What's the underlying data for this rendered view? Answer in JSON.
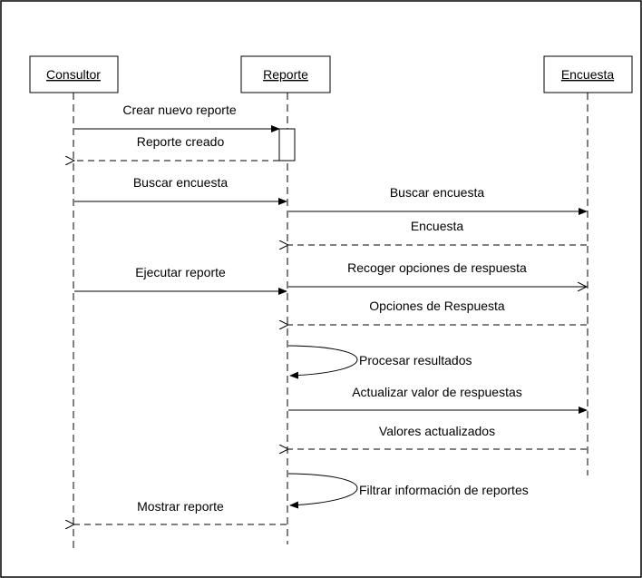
{
  "diagram": {
    "participants": [
      {
        "id": "consultor",
        "label": "Consultor"
      },
      {
        "id": "reporte",
        "label": "Reporte"
      },
      {
        "id": "encuesta",
        "label": "Encuesta"
      }
    ],
    "messages": [
      {
        "from": "consultor",
        "to": "reporte",
        "label": "Crear nuevo reporte",
        "kind": "call"
      },
      {
        "from": "reporte",
        "to": "consultor",
        "label": "Reporte creado",
        "kind": "return"
      },
      {
        "from": "consultor",
        "to": "reporte",
        "label": "Buscar encuesta",
        "kind": "call"
      },
      {
        "from": "reporte",
        "to": "encuesta",
        "label": "Buscar encuesta",
        "kind": "call"
      },
      {
        "from": "encuesta",
        "to": "reporte",
        "label": "Encuesta",
        "kind": "return"
      },
      {
        "from": "consultor",
        "to": "reporte",
        "label": "Ejecutar reporte",
        "kind": "call"
      },
      {
        "from": "reporte",
        "to": "encuesta",
        "label": "Recoger opciones de respuesta",
        "kind": "call"
      },
      {
        "from": "encuesta",
        "to": "reporte",
        "label": "Opciones de Respuesta",
        "kind": "return"
      },
      {
        "from": "reporte",
        "to": "reporte",
        "label": "Procesar resultados",
        "kind": "self"
      },
      {
        "from": "reporte",
        "to": "encuesta",
        "label": "Actualizar valor de respuestas",
        "kind": "call"
      },
      {
        "from": "encuesta",
        "to": "reporte",
        "label": "Valores actualizados",
        "kind": "return"
      },
      {
        "from": "reporte",
        "to": "reporte",
        "label": "Filtrar información de reportes",
        "kind": "self"
      },
      {
        "from": "reporte",
        "to": "consultor",
        "label": "Mostrar reporte",
        "kind": "return"
      }
    ]
  }
}
